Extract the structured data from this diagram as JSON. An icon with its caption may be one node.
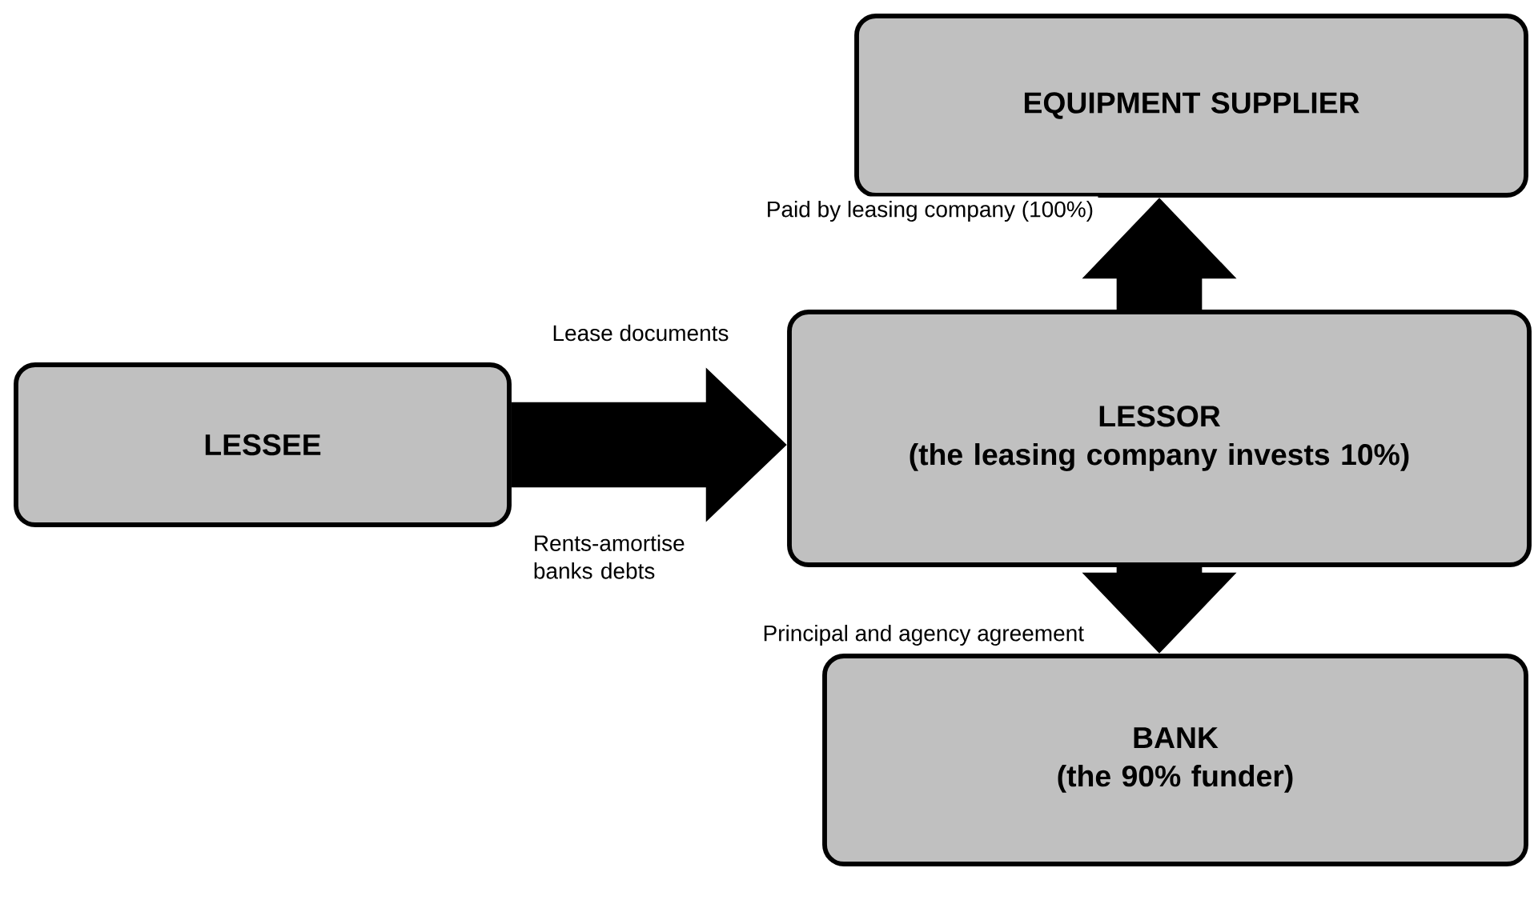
{
  "diagram": {
    "nodes": [
      {
        "text": [
          "EQUIPMENT SUPPLIER"
        ]
      },
      {
        "text": [
          "LESSEE"
        ]
      },
      {
        "text": [
          "LESSOR",
          "(the leasing company invests 10%)"
        ]
      },
      {
        "text": [
          "BANK",
          "(the 90% funder)"
        ]
      }
    ],
    "edges": [
      {
        "from": 2,
        "to": 0,
        "arrow": "to",
        "label": "Paid by leasing company (100%)"
      },
      {
        "from": 1,
        "to": 2,
        "arrow": "to",
        "label": "Lease documents"
      },
      {
        "from": 2,
        "to": 3,
        "arrow": "to",
        "label": "Principal and agency agreement"
      }
    ],
    "labels": [
      "Rents-amortise banks debts"
    ]
  }
}
